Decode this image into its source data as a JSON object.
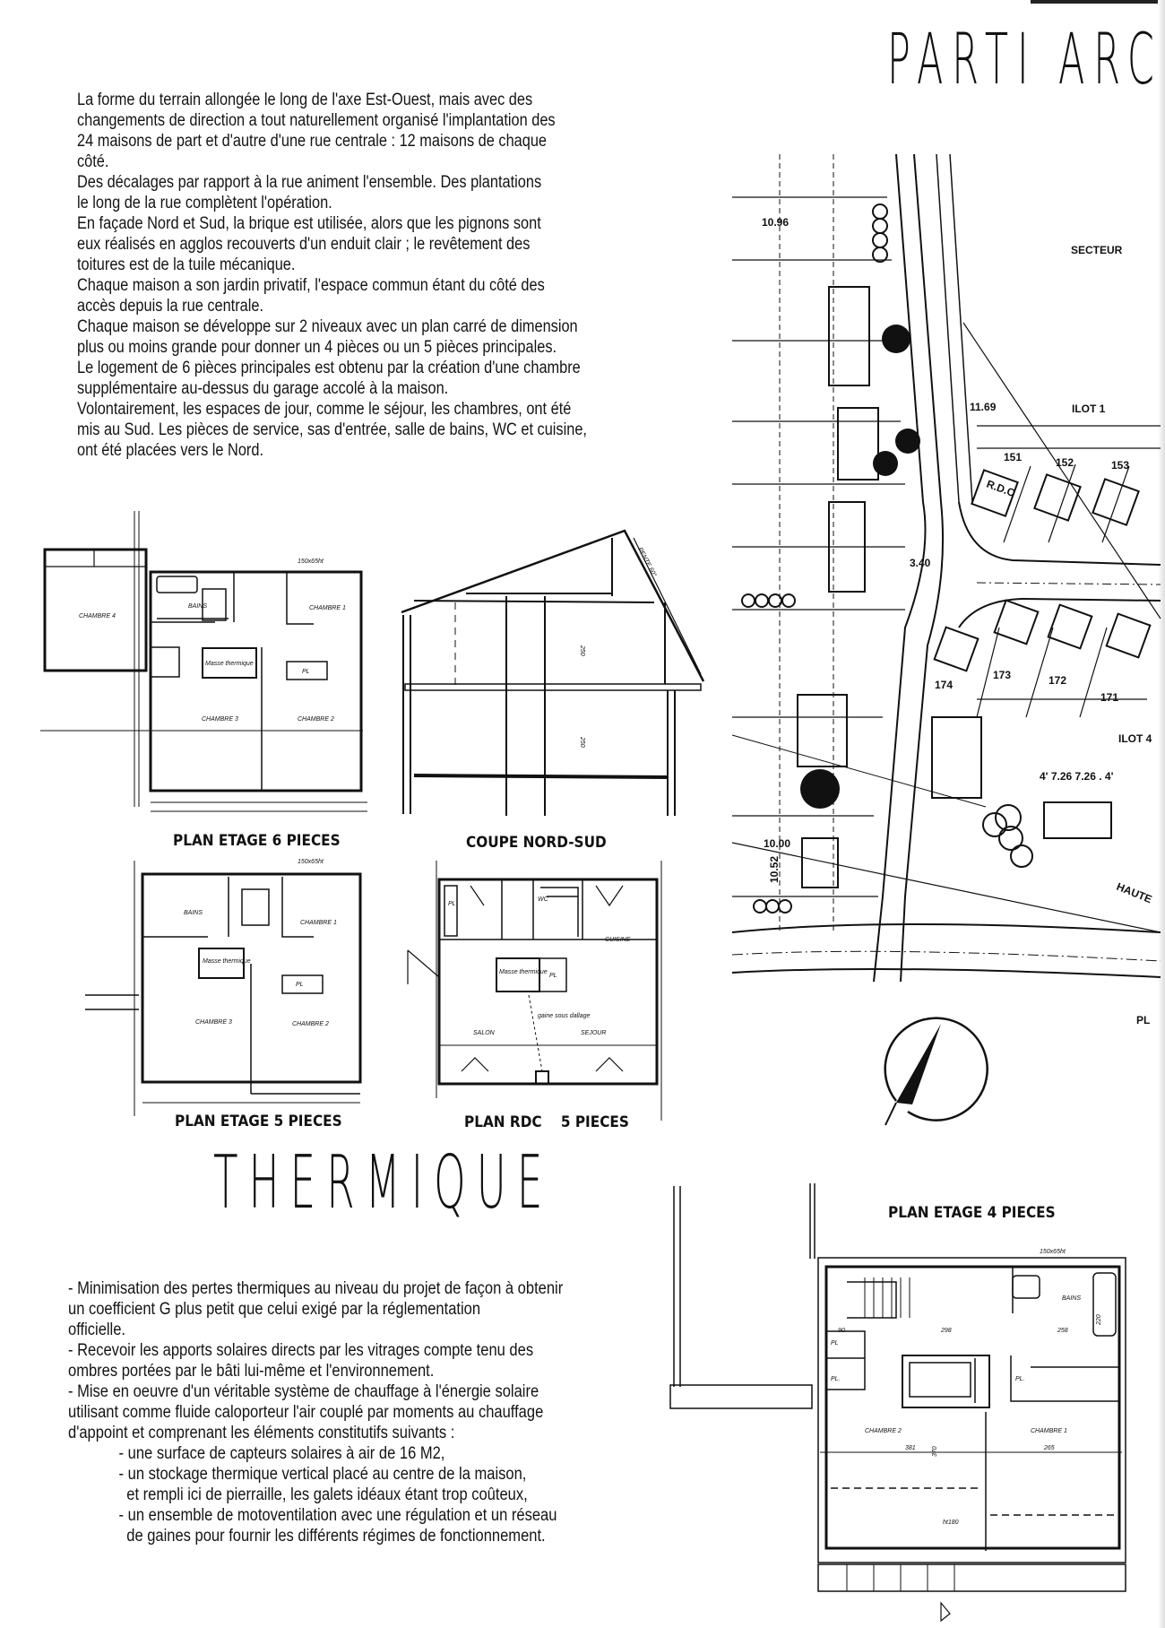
{
  "header": {
    "title": "PARTI ARC"
  },
  "intro": {
    "lines": [
      "La forme du terrain allongée le long de l'axe Est-Ouest, mais avec des",
      "changements de direction a tout naturellement organisé l'implantation des",
      "24 maisons de part et d'autre d'une rue centrale : 12 maisons de chaque",
      "côté.",
      "Des décalages par rapport à la rue animent l'ensemble. Des plantations",
      "le long de la rue complètent l'opération.",
      "En façade Nord et Sud, la brique est utilisée, alors que les pignons sont",
      "eux réalisés en agglos recouverts d'un enduit clair ; le revêtement des",
      "toitures est de la tuile mécanique.",
      "Chaque maison a son jardin privatif, l'espace commun étant du côté des",
      "accès depuis la rue centrale.",
      "Chaque maison se développe sur 2 niveaux avec un plan carré de dimension",
      "plus ou moins grande pour donner un 4 pièces ou un 5 pièces principales.",
      "Le logement de 6 pièces principales est obtenu par la création d'une chambre",
      "supplémentaire au-dessus du garage accolé à la maison.",
      "Volontairement, les espaces de jour, comme le séjour, les chambres, ont été",
      "mis au Sud. Les pièces de service, sas d'entrée, salle de bains, WC et cuisine,",
      "ont été placées vers le Nord."
    ]
  },
  "site_map": {
    "labels": {
      "secteur": "SECTEUR",
      "ilot1": "ILOT 1",
      "ilot4": "ILOT 4",
      "lot151": "151",
      "lot152": "152",
      "lot153": "153",
      "lot171": "171",
      "lot172": "172",
      "lot173": "173",
      "lot174": "174",
      "dim1": "10.96",
      "dim2": "11.69",
      "dim3": "3.40",
      "dim4": "10.00",
      "dim5": "4' 7.26  7.26 . 4'",
      "dim6": "10.52",
      "rdc": "R.D.C",
      "haute": "HAUTE",
      "pl": "PL"
    }
  },
  "plans": {
    "etage6": {
      "title": "PLAN ETAGE 6 PIECES",
      "rooms": {
        "ch4": "CHAMBRE 4",
        "ch1": "CHAMBRE 1",
        "bains": "BAINS",
        "ch3": "CHAMBRE 3",
        "ch2": "CHAMBRE 2",
        "masse": "Masse thermique",
        "pl": "PL",
        "window": "150x65ht"
      }
    },
    "coupe": {
      "title": "COUPE NORD-SUD",
      "h1": "250",
      "h2": "250",
      "pente": "PENTE 60°"
    },
    "etage5": {
      "title": "PLAN ETAGE 5 PIECES",
      "rooms": {
        "bains": "BAINS",
        "ch1": "CHAMBRE 1",
        "masse": "Masse thermique",
        "pl": "PL",
        "ch3": "CHAMBRE 3",
        "ch2": "CHAMBRE 2",
        "window": "150x65ht"
      }
    },
    "rdc": {
      "title": "PLAN RDC    5 PIECES",
      "rooms": {
        "pl1": "PL",
        "wc": "WC",
        "cuisine": "CUISINE",
        "masse": "Masse thermique",
        "pl2": "PL",
        "gaine": "gaine sous dallage",
        "salon": "SALON",
        "sejour": "SEJOUR"
      }
    },
    "etage4": {
      "title": "PLAN ETAGE 4 PIECES",
      "rooms": {
        "window": "150x65ht",
        "bains": "BAINS",
        "pl1": "PL",
        "pl2": "PL.",
        "pl3": "PL.",
        "ch2": "CHAMBRE 2",
        "ch1": "CHAMBRE 1",
        "ht": "ht180",
        "d90": "90",
        "d298": "298",
        "d258": "258",
        "d381": "381",
        "d265": "265",
        "d370": "370",
        "d220": "220"
      }
    }
  },
  "thermique": {
    "title": "THERMIQUE",
    "lines": [
      {
        "text": "- Minimisation des pertes thermiques au niveau du projet de façon à obtenir",
        "indent": 0
      },
      {
        "text": "un coefficient G plus petit que celui exigé par la réglementation",
        "indent": 0
      },
      {
        "text": "officielle.",
        "indent": 0
      },
      {
        "text": "- Recevoir les apports solaires directs par les vitrages compte tenu des",
        "indent": 0
      },
      {
        "text": "ombres portées par le bâti lui-même et l'environnement.",
        "indent": 0
      },
      {
        "text": "- Mise en oeuvre d'un véritable système de chauffage à l'énergie solaire",
        "indent": 0
      },
      {
        "text": "utilisant comme fluide caloporteur l'air couplé par moments au chauffage",
        "indent": 0
      },
      {
        "text": "d'appoint et comprenant les éléments constitutifs suivants :",
        "indent": 0
      },
      {
        "text": "- une surface de capteurs solaires à air de 16 M2,",
        "indent": 1
      },
      {
        "text": "- un stockage thermique vertical placé au centre de la maison,",
        "indent": 1
      },
      {
        "text": "et rempli ici de pierraille, les galets idéaux étant trop coûteux,",
        "indent": 2
      },
      {
        "text": "- un ensemble de motoventilation avec une régulation et un réseau",
        "indent": 1
      },
      {
        "text": "de gaines pour fournir les différents régimes de fonctionnement.",
        "indent": 2
      }
    ]
  }
}
